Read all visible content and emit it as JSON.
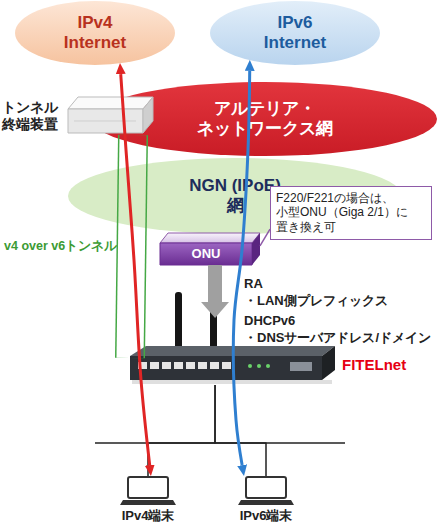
{
  "diagram": {
    "nodes": [
      {
        "text": [
          "IPv4 Internet"
        ]
      },
      {
        "text": [
          "IPv6 Internet"
        ]
      },
      {
        "text": [
          "トンネル 終端装置"
        ]
      },
      {
        "text": [
          "アルテリア・ ネットワークス網"
        ]
      },
      {
        "text": [
          "NGN (IPoE)網"
        ]
      },
      {
        "text": [
          "F220/F221の場合は、 小型ONU（Giga 2/1）に 置き換え可"
        ]
      },
      {
        "text": [
          "ONU"
        ]
      },
      {
        "text": [
          "FITELnet"
        ]
      },
      {
        "text": [
          "IPv4端末"
        ]
      },
      {
        "text": [
          "IPv6端末"
        ]
      }
    ],
    "edges": [
      {
        "from": 0,
        "to": 8,
        "arrow": "both"
      },
      {
        "from": 1,
        "to": 9,
        "arrow": "both"
      },
      {
        "from": 6,
        "to": 7,
        "arrow": "to"
      },
      {
        "from": 2,
        "to": 7,
        "arrow": "none"
      },
      {
        "from": 7,
        "to": 8,
        "arrow": "none"
      },
      {
        "from": 7,
        "to": 9,
        "arrow": "none"
      },
      {
        "from": 5,
        "to": 6,
        "arrow": "none"
      }
    ],
    "labels": [
      "v4 over v6トンネル",
      "RA",
      "・LAN側プレフィックス",
      "DHCPv6",
      "・DNSサーバアドレス/ドメイン"
    ]
  }
}
